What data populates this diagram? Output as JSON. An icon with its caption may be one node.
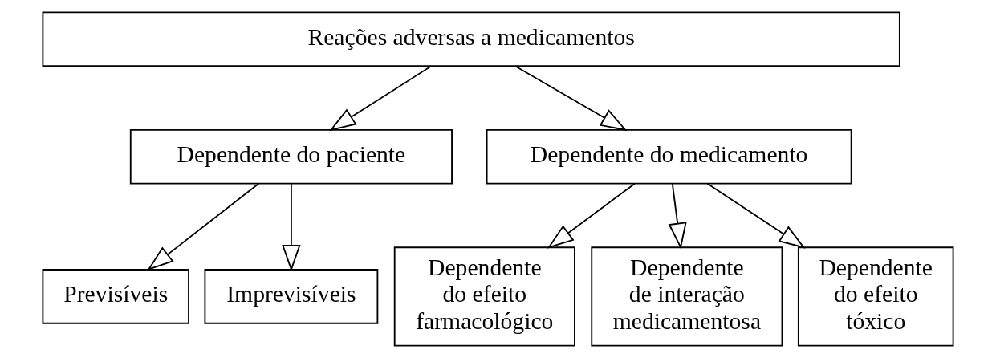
{
  "diagram": {
    "nodes": [
      {
        "text": [
          "Reações adversas a medicamentos"
        ]
      },
      {
        "text": [
          "Dependente do paciente"
        ]
      },
      {
        "text": [
          "Dependente do medicamento"
        ]
      },
      {
        "text": [
          "Previsíveis"
        ]
      },
      {
        "text": [
          "Imprevisíveis"
        ]
      },
      {
        "text": [
          "Dependente do efeito farmacológico"
        ]
      },
      {
        "text": [
          "Dependente de interação medicamentosa"
        ]
      },
      {
        "text": [
          "Dependente do efeito tóxico"
        ]
      }
    ],
    "edges": [
      {
        "from": 0,
        "to": 1,
        "arrow": "to"
      },
      {
        "from": 0,
        "to": 2,
        "arrow": "to"
      },
      {
        "from": 1,
        "to": 3,
        "arrow": "to"
      },
      {
        "from": 1,
        "to": 4,
        "arrow": "to"
      },
      {
        "from": 2,
        "to": 5,
        "arrow": "to"
      },
      {
        "from": 2,
        "to": 6,
        "arrow": "to"
      },
      {
        "from": 2,
        "to": 7,
        "arrow": "to"
      }
    ]
  }
}
